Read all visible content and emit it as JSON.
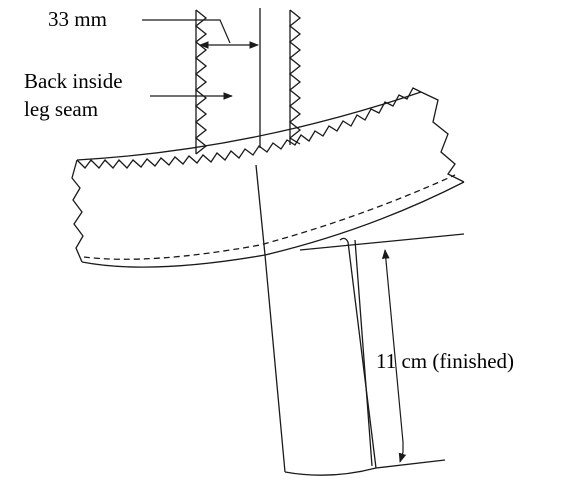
{
  "labels": {
    "seam_width": "33 mm",
    "seam_line1": "Back inside",
    "seam_line2": "leg seam",
    "finished_length": "11 cm (finished)"
  },
  "colors": {
    "stroke": "#1a1a1a",
    "text": "#000000",
    "background": "#ffffff"
  }
}
